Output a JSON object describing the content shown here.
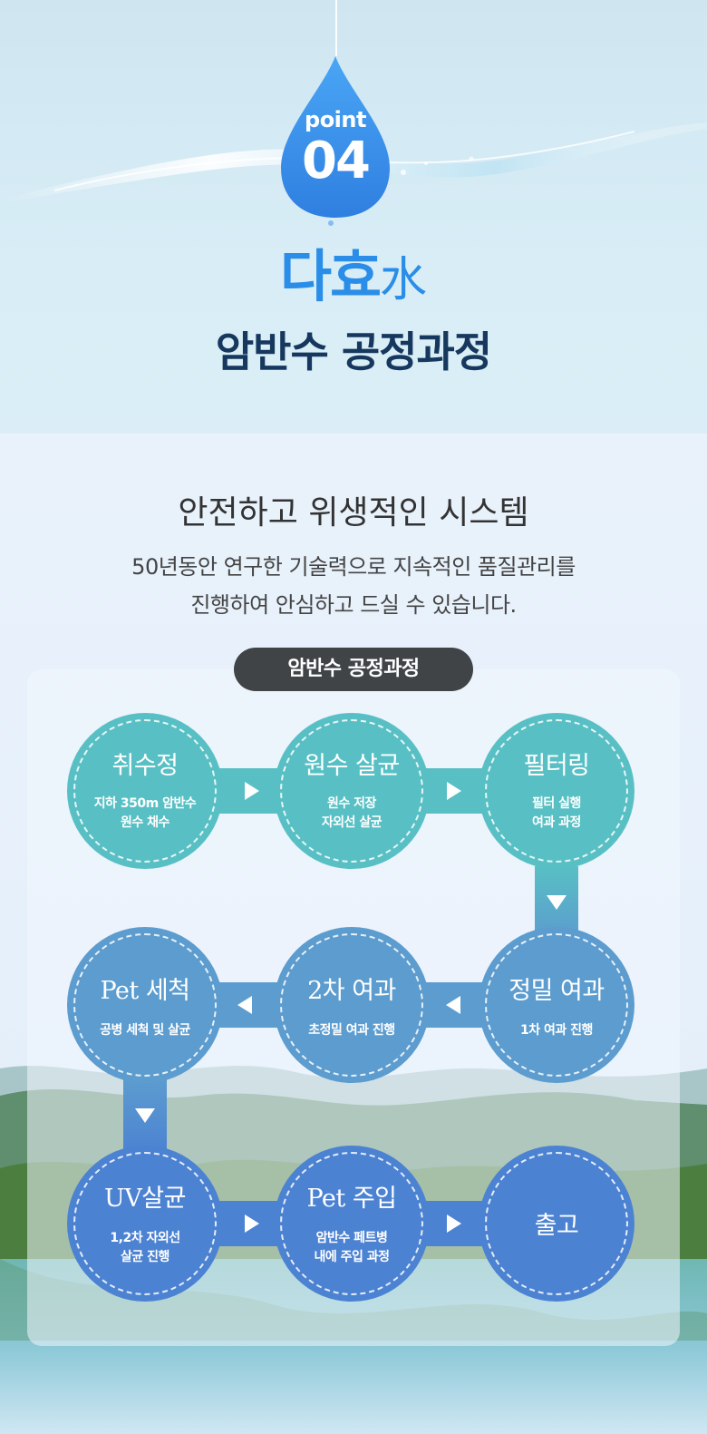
{
  "colors": {
    "teal": "#58c0c4",
    "steel_blue": "#5c9ccf",
    "royal_blue": "#4c82d2",
    "drop_blue": "#3e93ec",
    "headline_blue": "#2a8ee8",
    "navy": "#17385e",
    "tag_dark": "#404447"
  },
  "header": {
    "point_word": "point",
    "point_number": "04",
    "brand_bold": "다효",
    "brand_char": "水",
    "subtitle": "암반수 공정과정"
  },
  "intro": {
    "title": "안전하고 위생적인 시스템",
    "desc_line1": "50년동안 연구한 기술력으로 지속적인 품질관리를",
    "desc_line2": "진행하여 안심하고 드실 수 있습니다."
  },
  "process": {
    "tag": "암반수 공정과정",
    "steps": [
      {
        "title": "취수정",
        "desc1": "지하 350m 암반수",
        "desc2": "원수 채수",
        "color": "teal"
      },
      {
        "title": "원수 살균",
        "desc1": "원수 저장",
        "desc2": "자외선 살균",
        "color": "teal"
      },
      {
        "title": "필터링",
        "desc1": "필터 실행",
        "desc2": "여과 과정",
        "color": "teal"
      },
      {
        "title": "정밀 여과",
        "desc1": "1차 여과 진행",
        "desc2": "",
        "color": "steel_blue"
      },
      {
        "title": "2차 여과",
        "desc1": "초정밀 여과 진행",
        "desc2": "",
        "color": "steel_blue"
      },
      {
        "title": "Pet 세척",
        "desc1": "공병 세척 및 살균",
        "desc2": "",
        "color": "steel_blue"
      },
      {
        "title": "UV살균",
        "desc1": "1,2차 자외선",
        "desc2": "살균 진행",
        "color": "royal_blue"
      },
      {
        "title": "Pet 주입",
        "desc1": "암반수 페트병",
        "desc2": "내에 주입 과정",
        "color": "royal_blue"
      },
      {
        "title": "출고",
        "desc1": "",
        "desc2": "",
        "color": "royal_blue"
      }
    ]
  }
}
